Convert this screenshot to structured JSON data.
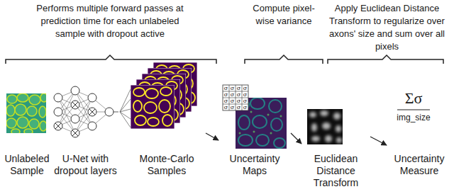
{
  "diagram": {
    "nodes": [
      {
        "text": [
          "Unlabeled Sample"
        ]
      },
      {
        "text": [
          "U-Net with dropout layers"
        ]
      },
      {
        "text": [
          "Monte-Carlo Samples"
        ]
      },
      {
        "text": [
          "Uncertainty Maps"
        ]
      },
      {
        "text": [
          "Euclidean Distance Transform"
        ]
      },
      {
        "text": [
          "Uncertainty Measure"
        ]
      }
    ],
    "edges": [
      {
        "from": 1,
        "to": 2,
        "arrow": "none"
      },
      {
        "from": 2,
        "to": 3,
        "arrow": "to"
      },
      {
        "from": 3,
        "to": 4,
        "arrow": "to"
      },
      {
        "from": 4,
        "to": 5,
        "arrow": "to"
      }
    ],
    "labels": [
      "Performs multiple forward passes at prediction time for each unlabeled sample with dropout active",
      "Compute pixel-wise variance",
      "Apply Euclidean Distance Transform to regularize over axons' size and sum over all pixels",
      "σ",
      "σ",
      "σ",
      "σ",
      "σ",
      "σ",
      "σ",
      "σ",
      "σ",
      "σ",
      "σ",
      "σ",
      "σ",
      "σ",
      "σ",
      "σ",
      "Σσ",
      "img_size"
    ]
  }
}
